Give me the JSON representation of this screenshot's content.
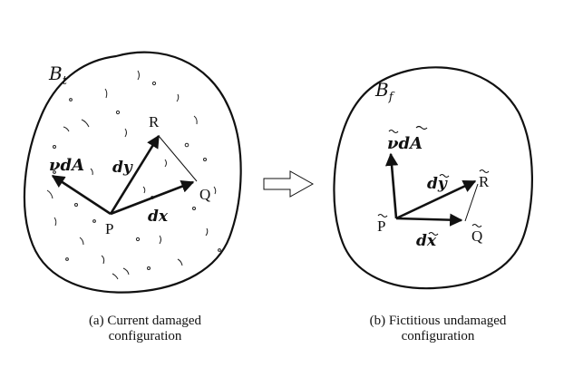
{
  "left_panel": {
    "body_label": "B",
    "body_sub": "t",
    "point_p": "P",
    "point_q": "Q",
    "point_r": "R",
    "vec_normal": "νdA",
    "vec_dy": "dy",
    "vec_dx": "dx",
    "caption_line1": "(a) Current damaged",
    "caption_line2": "configuration"
  },
  "right_panel": {
    "body_label": "B",
    "body_sub": "f",
    "point_p": "P",
    "point_q": "Q",
    "point_r": "R",
    "vec_normal": "νdA",
    "vec_dy": "dy",
    "vec_dx": "dx",
    "caption_line1": "(b) Fictitious undamaged",
    "caption_line2": "configuration"
  },
  "colors": {
    "ink": "#111111",
    "arrow_fill": "#ffffff"
  }
}
